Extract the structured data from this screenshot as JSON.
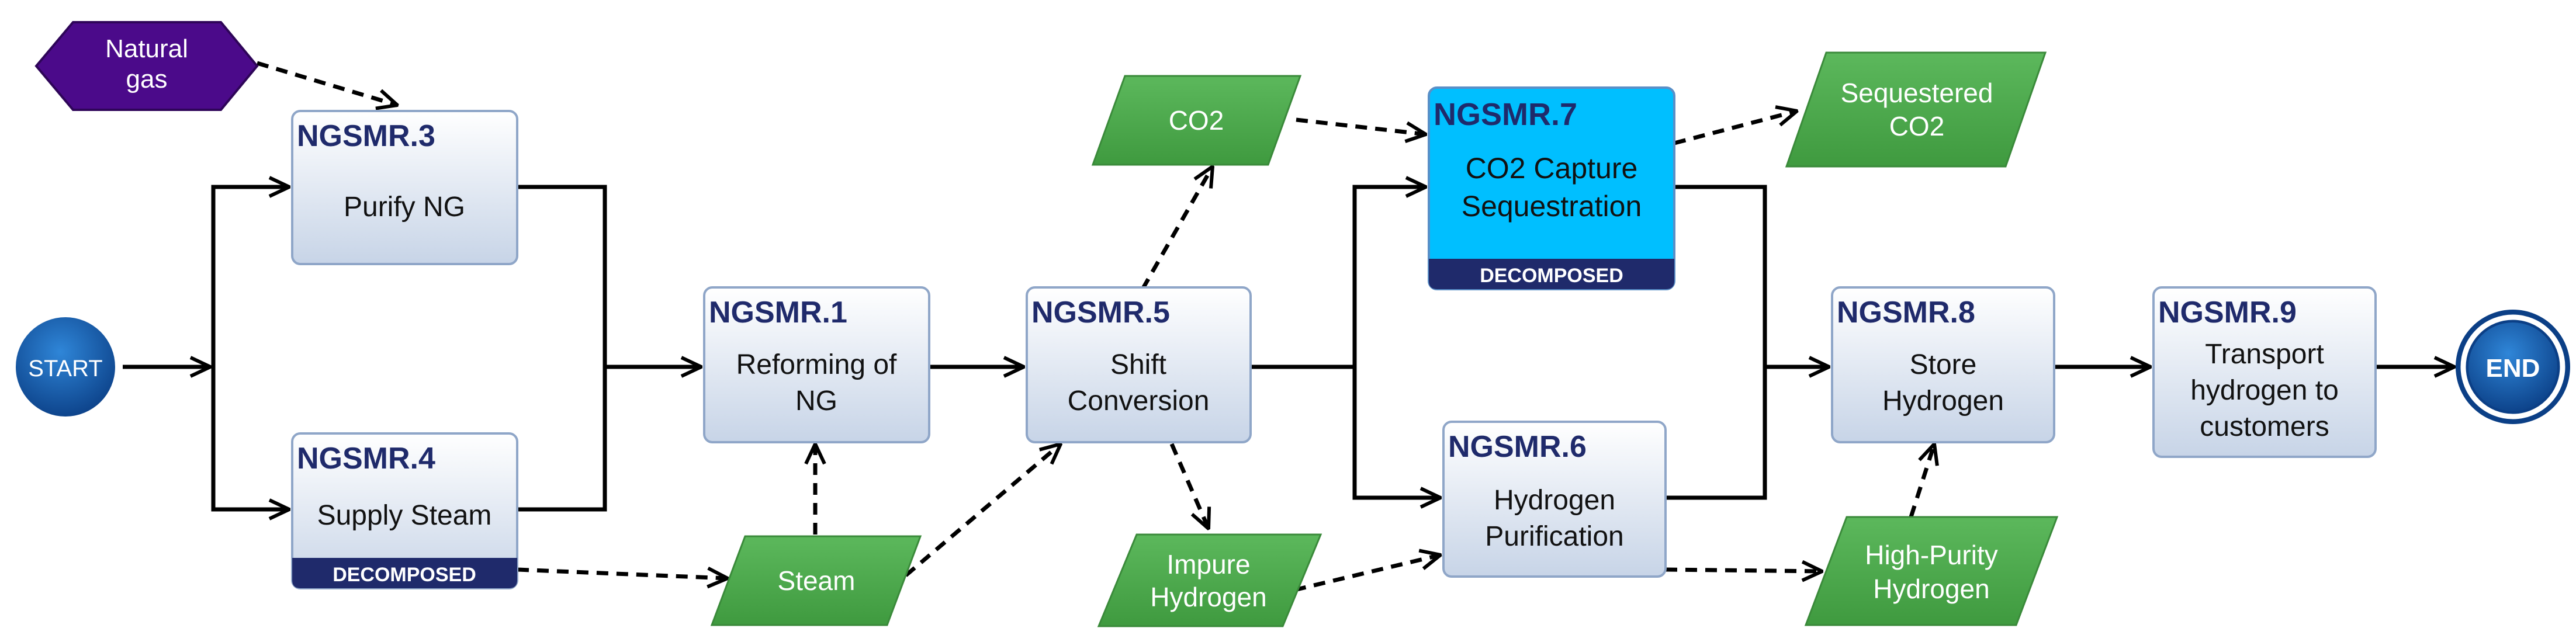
{
  "start": {
    "label": "START"
  },
  "end": {
    "label": "END"
  },
  "processes": [
    {
      "id": "NGSMR.3",
      "lines": [
        "Purify NG"
      ],
      "decomposed": ""
    },
    {
      "id": "NGSMR.4",
      "lines": [
        "Supply Steam"
      ],
      "decomposed": "DECOMPOSED"
    },
    {
      "id": "NGSMR.1",
      "lines": [
        "Reforming of",
        "NG"
      ],
      "decomposed": ""
    },
    {
      "id": "NGSMR.5",
      "lines": [
        "Shift",
        "Conversion"
      ],
      "decomposed": ""
    },
    {
      "id": "NGSMR.7",
      "lines": [
        "CO2 Capture",
        "Sequestration"
      ],
      "decomposed": "DECOMPOSED"
    },
    {
      "id": "NGSMR.6",
      "lines": [
        "Hydrogen",
        "Purification"
      ],
      "decomposed": ""
    },
    {
      "id": "NGSMR.8",
      "lines": [
        "Store",
        "Hydrogen"
      ],
      "decomposed": ""
    },
    {
      "id": "NGSMR.9",
      "lines": [
        "Transport",
        "hydrogen to",
        "customers"
      ],
      "decomposed": ""
    }
  ],
  "inputs": [
    {
      "id": "natural-gas",
      "lines": [
        "Natural",
        "gas"
      ]
    }
  ],
  "flows": [
    {
      "id": "co2",
      "lines": [
        "CO2"
      ]
    },
    {
      "id": "sequestered-co2",
      "lines": [
        "Sequestered",
        "CO2"
      ]
    },
    {
      "id": "steam",
      "lines": [
        "Steam"
      ]
    },
    {
      "id": "impure-hydrogen",
      "lines": [
        "Impure",
        "Hydrogen"
      ]
    },
    {
      "id": "high-purity-hydrogen",
      "lines": [
        "High-Purity",
        "Hydrogen"
      ]
    }
  ],
  "colors": {
    "process_fill_top": "#ffffff",
    "process_fill_bottom": "#c9d6e8",
    "process_border": "#8fa6c8",
    "process_id_text": "#1f2a6b",
    "highlight_fill": "#00bfff",
    "decomposed_band": "#1f2a6b",
    "flow_fill": "#4da64d",
    "input_fill": "#4b0a8a",
    "terminal_fill": "#0f5aa8",
    "connector": "#000000"
  }
}
